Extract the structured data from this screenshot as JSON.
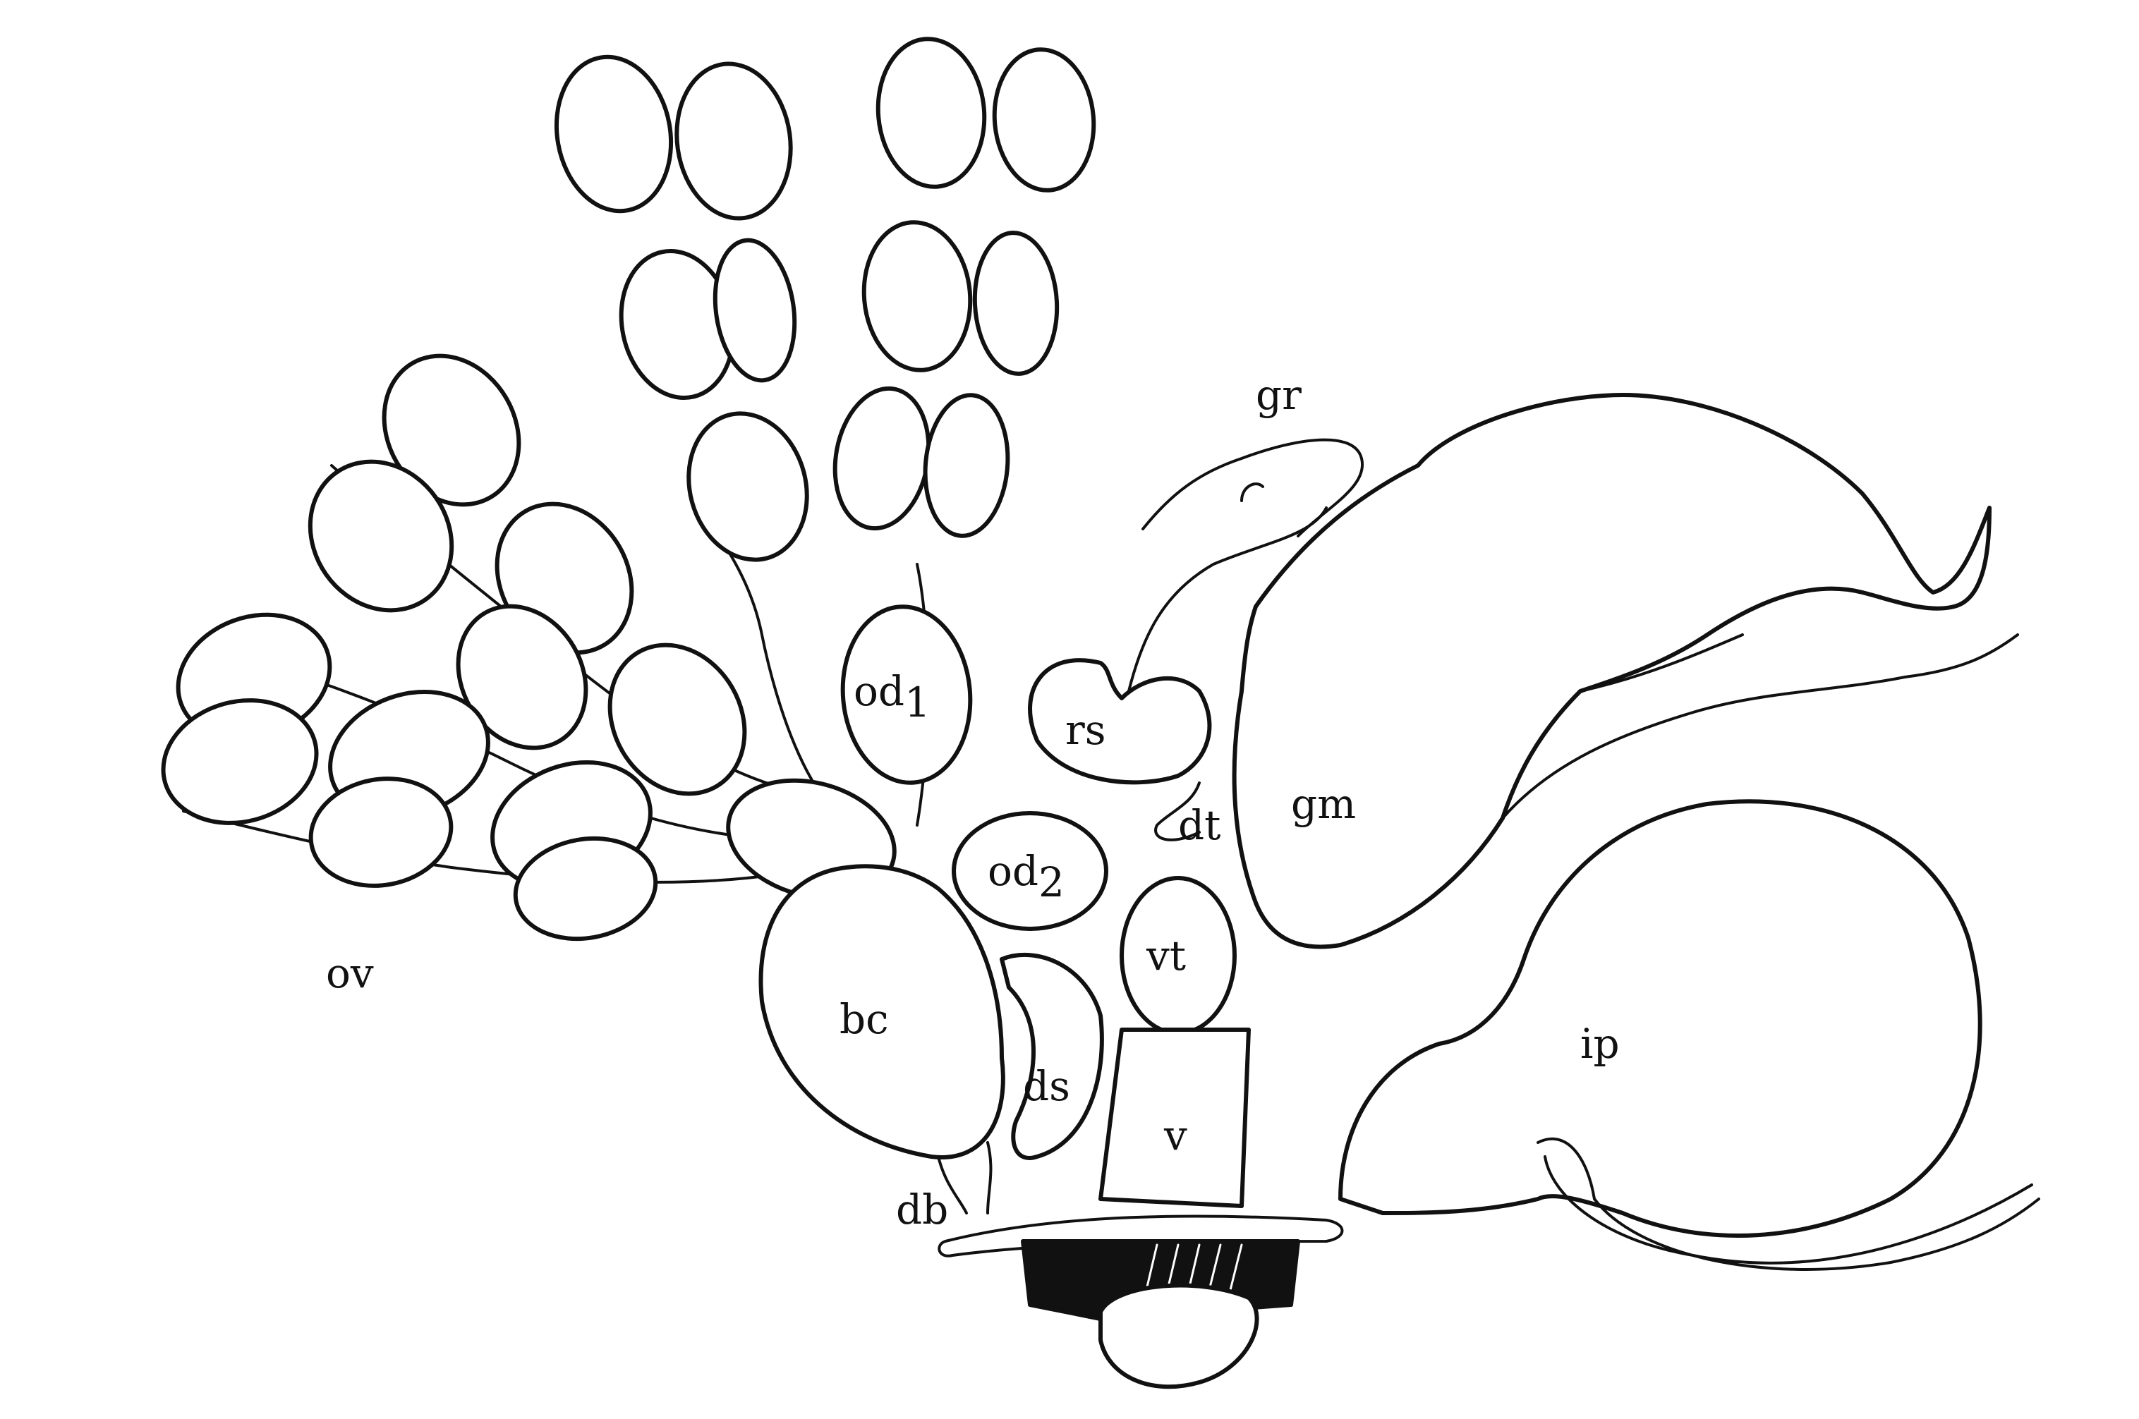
{
  "colors": {
    "ink": "#111111",
    "paper": "#ffffff"
  },
  "labels": {
    "ov": "ov",
    "od1": "od",
    "od1_sub": "1",
    "od2": "od",
    "od2_sub": "2",
    "rs": "rs",
    "gr": "gr",
    "gm": "gm",
    "dt": "dt",
    "vt": "vt",
    "bc": "bc",
    "ds": "ds",
    "v": "v",
    "db": "db",
    "ip": "ip"
  }
}
